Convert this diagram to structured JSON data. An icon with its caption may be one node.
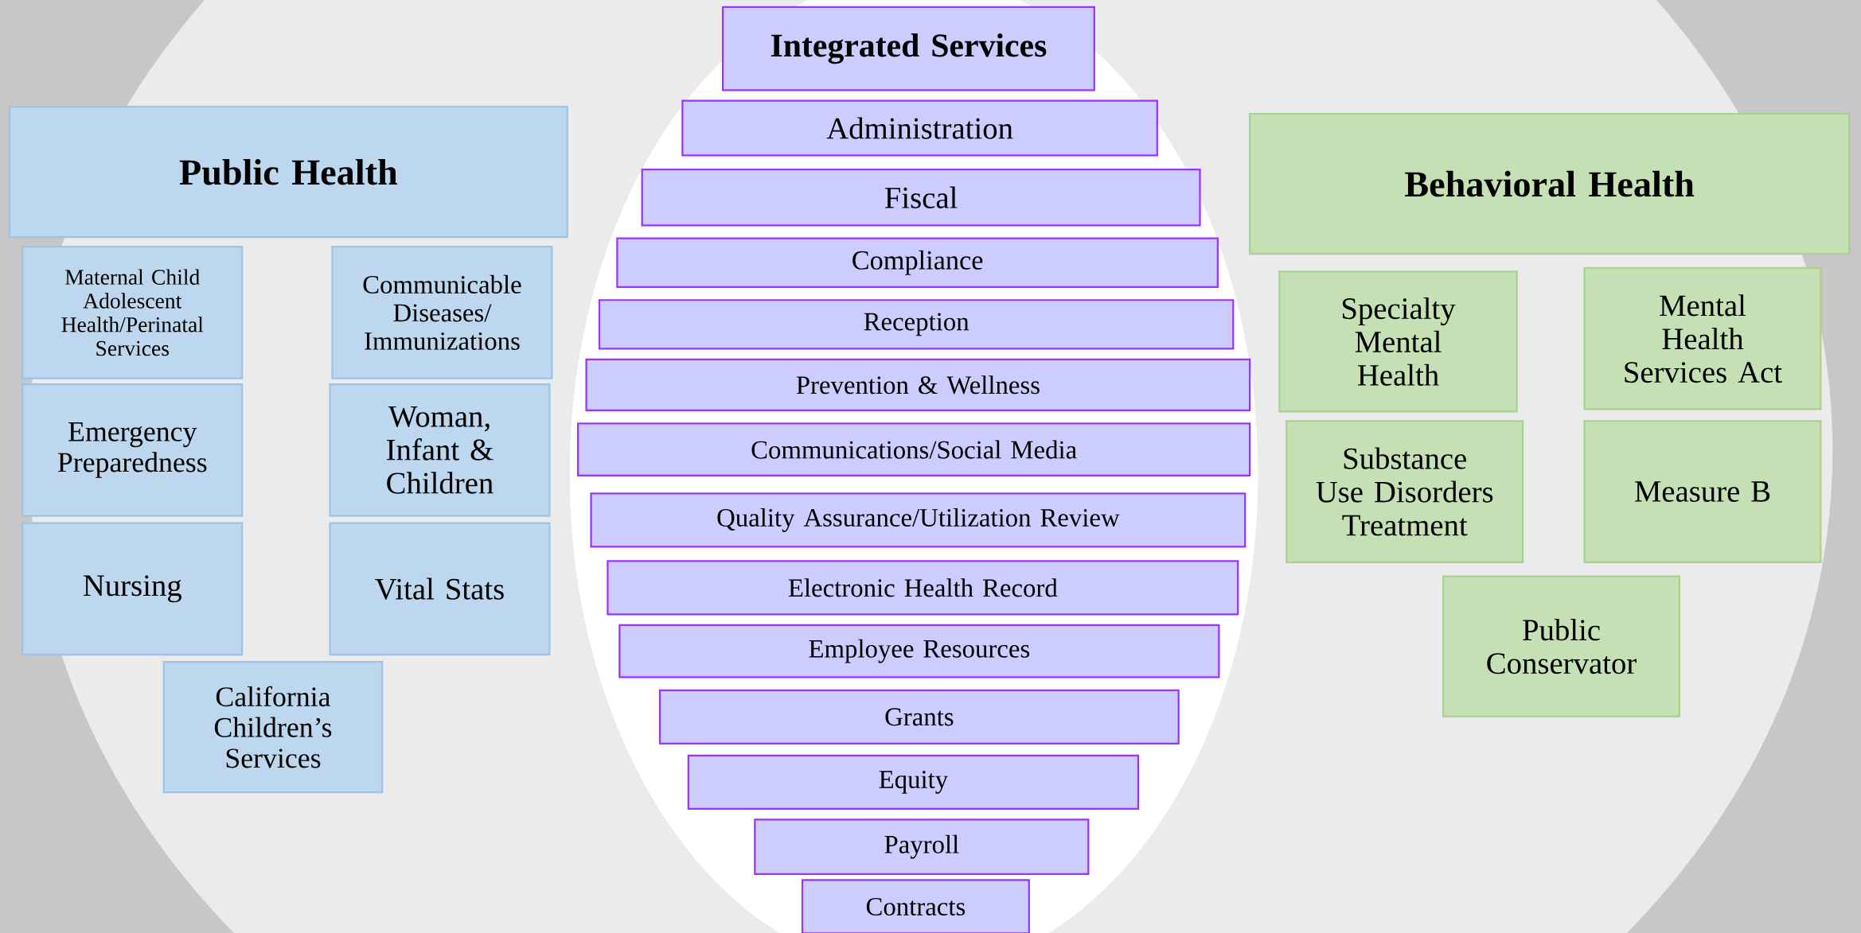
{
  "diagram": {
    "nodes": [
      {
        "text": [
          "Public Health"
        ]
      },
      {
        "text": [
          "Maternal Child Adolescent Health/Perinatal Services"
        ]
      },
      {
        "text": [
          "Communicable Diseases/ Immunizations"
        ]
      },
      {
        "text": [
          "Emergency Preparedness"
        ]
      },
      {
        "text": [
          "Woman, Infant & Children"
        ]
      },
      {
        "text": [
          "Nursing"
        ]
      },
      {
        "text": [
          "Vital Stats"
        ]
      },
      {
        "text": [
          "California Children’s Services"
        ]
      },
      {
        "text": [
          "Integrated Services"
        ]
      },
      {
        "text": [
          "Administration"
        ]
      },
      {
        "text": [
          "Fiscal"
        ]
      },
      {
        "text": [
          "Compliance"
        ]
      },
      {
        "text": [
          "Reception"
        ]
      },
      {
        "text": [
          "Prevention & Wellness"
        ]
      },
      {
        "text": [
          "Communications/Social Media"
        ]
      },
      {
        "text": [
          "Quality Assurance/Utilization Review"
        ]
      },
      {
        "text": [
          "Electronic Health Record"
        ]
      },
      {
        "text": [
          "Employee Resources"
        ]
      },
      {
        "text": [
          "Grants"
        ]
      },
      {
        "text": [
          "Equity"
        ]
      },
      {
        "text": [
          "Payroll"
        ]
      },
      {
        "text": [
          "Contracts"
        ]
      },
      {
        "text": [
          "Behavioral Health"
        ]
      },
      {
        "text": [
          "Specialty Mental Health"
        ]
      },
      {
        "text": [
          "Mental Health Services Act"
        ]
      },
      {
        "text": [
          "Substance Use Disorders Treatment"
        ]
      },
      {
        "text": [
          "Measure B"
        ]
      },
      {
        "text": [
          "Public Conservator"
        ]
      }
    ]
  }
}
